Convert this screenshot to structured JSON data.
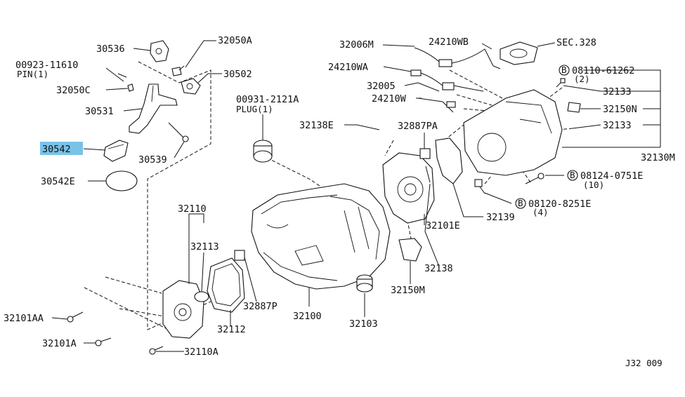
{
  "diagram": {
    "highlight_color": "#79c3e8",
    "code": "J32 009",
    "bolt_symbol": "B",
    "labels": {
      "p30536": "30536",
      "p32050A": "32050A",
      "p00923": "00923-11610",
      "pin": "PIN(1)",
      "p30502": "30502",
      "p32050C": "32050C",
      "p30531": "30531",
      "p30542": "30542",
      "p30539": "30539",
      "p30542E": "30542E",
      "p00931": "00931-2121A",
      "plug": "PLUG(1)",
      "p32138E": "32138E",
      "p32887PA": "32887PA",
      "p32006M": "32006M",
      "p24210WB": "24210WB",
      "sec328": "SEC.328",
      "p24210WA": "24210WA",
      "p32005": "32005",
      "p24210W": "24210W",
      "p08110": "08110-61262",
      "p08110q": "(2)",
      "p32133a": "32133",
      "p32150N": "32150N",
      "p32133b": "32133",
      "p32130M": "32130M",
      "p08124": "08124-0751E",
      "p08124q": "(10)",
      "p08120": "08120-8251E",
      "p08120q": "(4)",
      "p32139": "32139",
      "p32101E": "32101E",
      "p32138": "32138",
      "p32150M": "32150M",
      "p32110": "32110",
      "p32113": "32113",
      "p32887P": "32887P",
      "p32112": "32112",
      "p32100": "32100",
      "p32103": "32103",
      "p32101AA": "32101AA",
      "p32101A": "32101A",
      "p32110A": "32110A"
    }
  }
}
